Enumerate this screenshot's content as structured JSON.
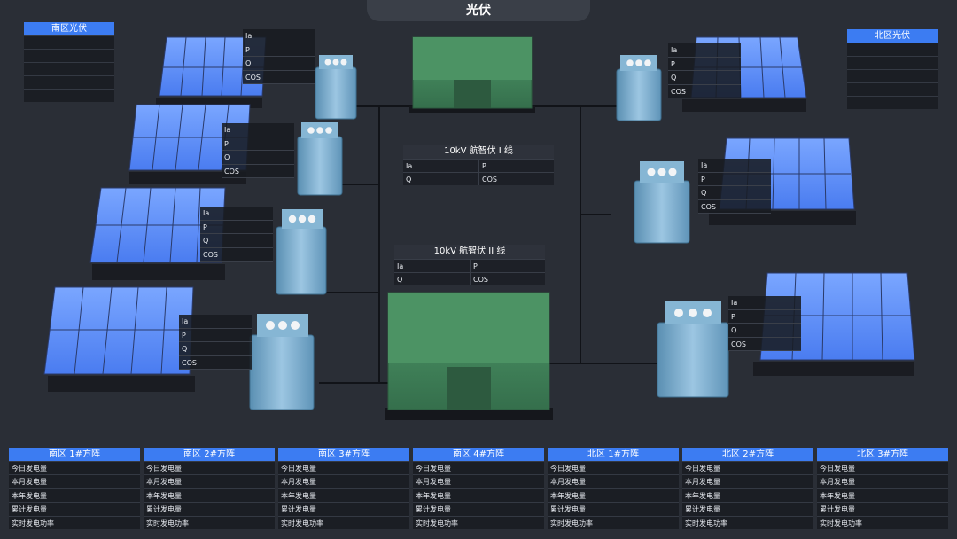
{
  "title": "光伏",
  "south_panel": {
    "title": "南区光伏"
  },
  "north_panel": {
    "title": "北区光伏"
  },
  "param_labels": [
    "Ia",
    "P",
    "Q",
    "COS"
  ],
  "line1": {
    "title": "10kV 航智伏 I 线",
    "cells": [
      "Ia",
      "P",
      "Q",
      "COS"
    ]
  },
  "line2": {
    "title": "10kV 航智伏 II 线",
    "cells": [
      "Ia",
      "P",
      "Q",
      "COS"
    ]
  },
  "arrays": [
    {
      "title": "南区 1#方阵"
    },
    {
      "title": "南区 2#方阵"
    },
    {
      "title": "南区 3#方阵"
    },
    {
      "title": "南区 4#方阵"
    },
    {
      "title": "北区 1#方阵"
    },
    {
      "title": "北区 2#方阵"
    },
    {
      "title": "北区 3#方阵"
    }
  ],
  "array_rows": [
    "今日发电量",
    "本月发电量",
    "本年发电量",
    "累计发电量",
    "实时发电功率"
  ],
  "colors": {
    "accent": "#3c7cf2",
    "panel": "#5b8ef6",
    "transformer": "#7fb0cf",
    "cabinet": "#3f8a5c",
    "background": "#2a2e36"
  }
}
